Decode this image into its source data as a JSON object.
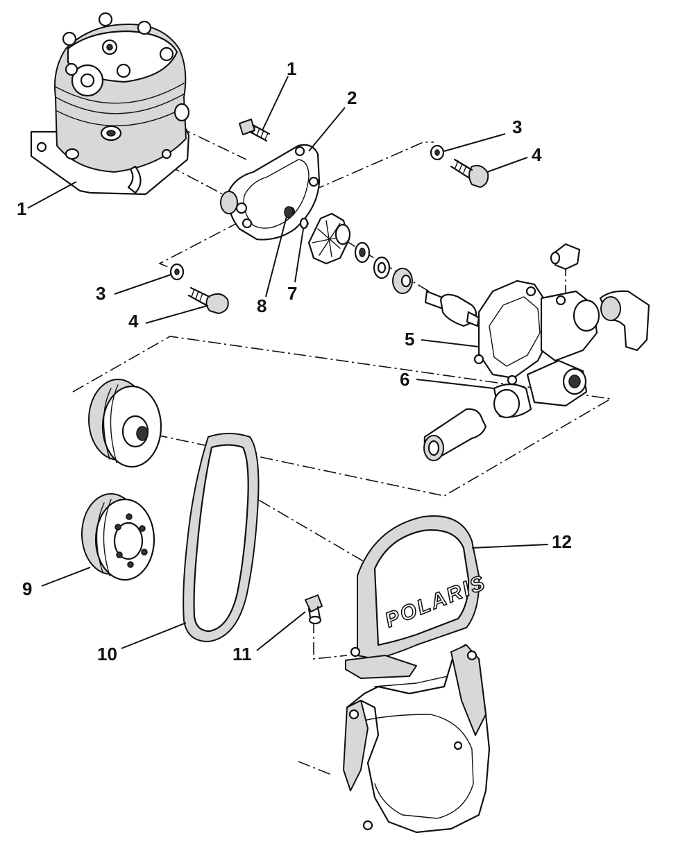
{
  "diagram": {
    "callouts": [
      "1",
      "1",
      "2",
      "3",
      "4",
      "3",
      "4",
      "8",
      "7",
      "5",
      "6",
      "12",
      "9",
      "10",
      "11"
    ],
    "brand_text": "POLARIS"
  }
}
